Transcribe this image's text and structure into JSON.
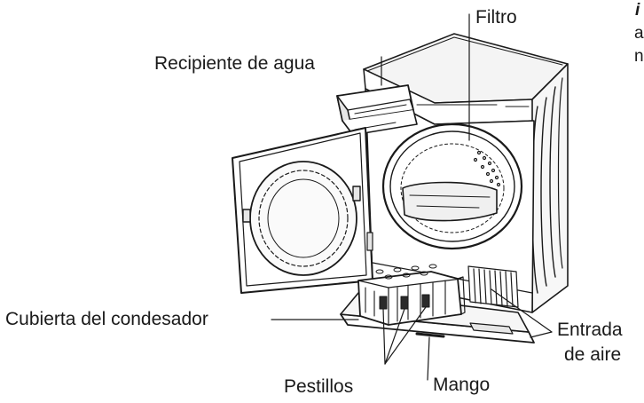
{
  "labels": {
    "filtro": "Filtro",
    "recipiente": "Recipiente de agua",
    "cubierta": "Cubierta del condesador",
    "entrada_line1": "Entrada",
    "entrada_line2": "de aire",
    "pestillos": "Pestillos",
    "mango": "Mango"
  },
  "cutoff_text": {
    "line1": "i",
    "line2": "a",
    "line3": "n"
  },
  "colors": {
    "line": "#1a1a1a",
    "background": "#ffffff",
    "fill_light": "#f4f4f4",
    "fill_mid": "#e6e6e6"
  }
}
